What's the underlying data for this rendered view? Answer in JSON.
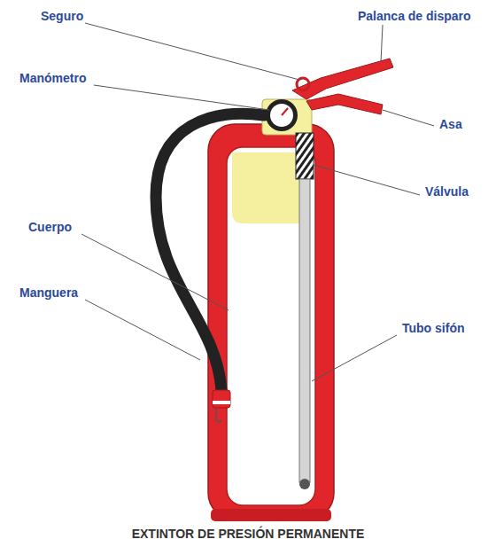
{
  "diagram": {
    "caption": "EXTINTOR DE PRESIÓN PERMANENTE",
    "labels": [
      "Seguro",
      "Palanca de disparo",
      "Manómetro",
      "Asa",
      "Válvula",
      "Cuerpo",
      "Manguera",
      "Tubo sifón"
    ]
  }
}
